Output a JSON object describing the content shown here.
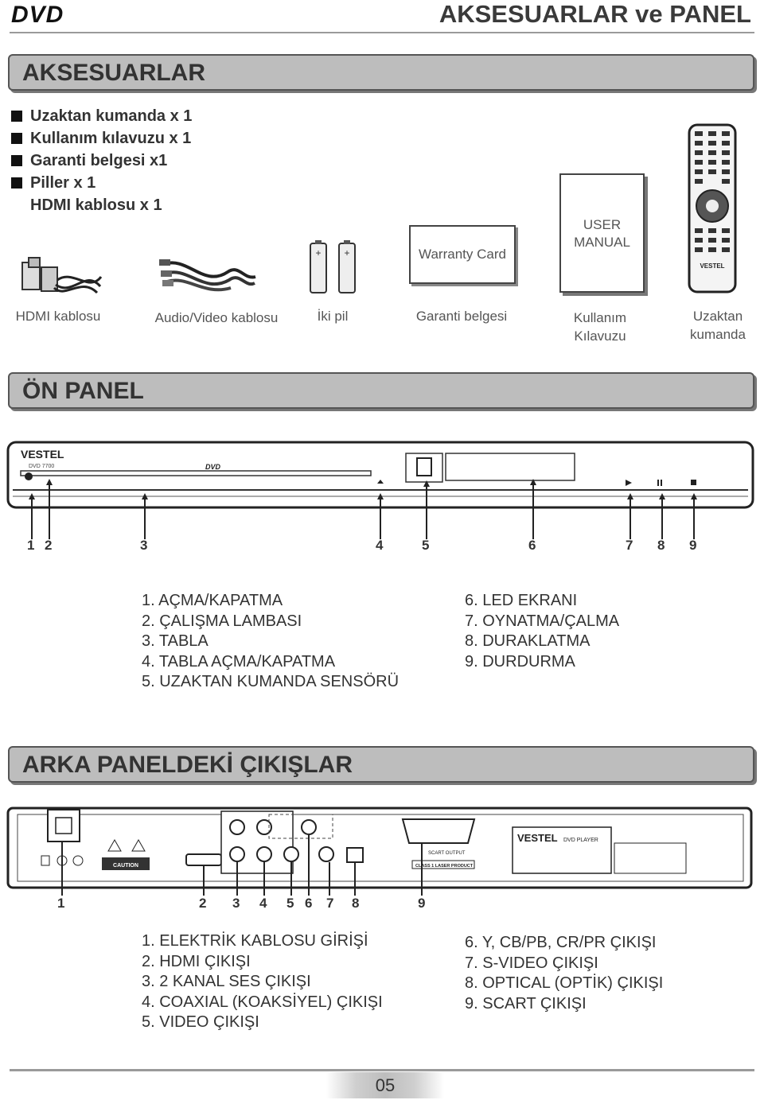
{
  "header": {
    "logo": "DVD",
    "title": "AKSESUARLAR ve PANEL"
  },
  "accessories": {
    "heading": "AKSESUARLAR",
    "items": [
      "Uzaktan kumanda x 1",
      "Kullanım kılavuzu x 1",
      "Garanti belgesi  x1",
      "Piller x 1",
      "HDMI kablosu x 1"
    ],
    "card_text": "Warranty Card",
    "manual_text": [
      "USER",
      "MANUAL"
    ],
    "remote_brand": "VESTEL",
    "captions": [
      "HDMI kablosu",
      "Audio/Video kablosu",
      "İki pil",
      "Garanti belgesi",
      "Kullanım",
      "Kılavuzu",
      "Uzaktan",
      "kumanda"
    ]
  },
  "front_panel": {
    "heading": "ÖN PANEL",
    "brand": "VESTEL",
    "model": "DVD 7700",
    "logo": "DVD",
    "numbers": [
      "1",
      "2",
      "3",
      "4",
      "5",
      "6",
      "7",
      "8",
      "9"
    ],
    "list_left": [
      "1. AÇMA/KAPATMA",
      "2. ÇALIŞMA LAMBASI",
      "3. TABLA",
      "4. TABLA AÇMA/KAPATMA",
      "5. UZAKTAN KUMANDA SENSÖRÜ"
    ],
    "list_right": [
      "6. LED EKRANI",
      "7. OYNATMA/ÇALMA",
      "8. DURAKLATMA",
      "9. DURDURMA"
    ]
  },
  "rear_panel": {
    "heading": "ARKA PANELDEKİ ÇIKIŞLAR",
    "brand": "VESTEL",
    "product": "DVD PLAYER",
    "scart_label": "SCART OUTPUT",
    "laser_label": "CLASS 1 LASER PRODUCT",
    "caution": "CAUTION",
    "numbers": [
      "1",
      "2",
      "3",
      "4",
      "5",
      "6",
      "7",
      "8",
      "9"
    ],
    "list_left": [
      "1. ELEKTRİK KABLOSU GİRİŞİ",
      "2. HDMI ÇIKIŞI",
      "3. 2 KANAL SES ÇIKIŞI",
      "4. COAXIAL (KOAKSİYEL) ÇIKIŞI",
      "5. VIDEO ÇIKIŞI"
    ],
    "list_right": [
      "6. Y, CB/PB, CR/PR ÇIKIŞI",
      "7. S-VIDEO ÇIKIŞI",
      "8. OPTICAL (OPTİK) ÇIKIŞI",
      "9. SCART ÇIKIŞI"
    ]
  },
  "footer": {
    "page_number": "05"
  }
}
